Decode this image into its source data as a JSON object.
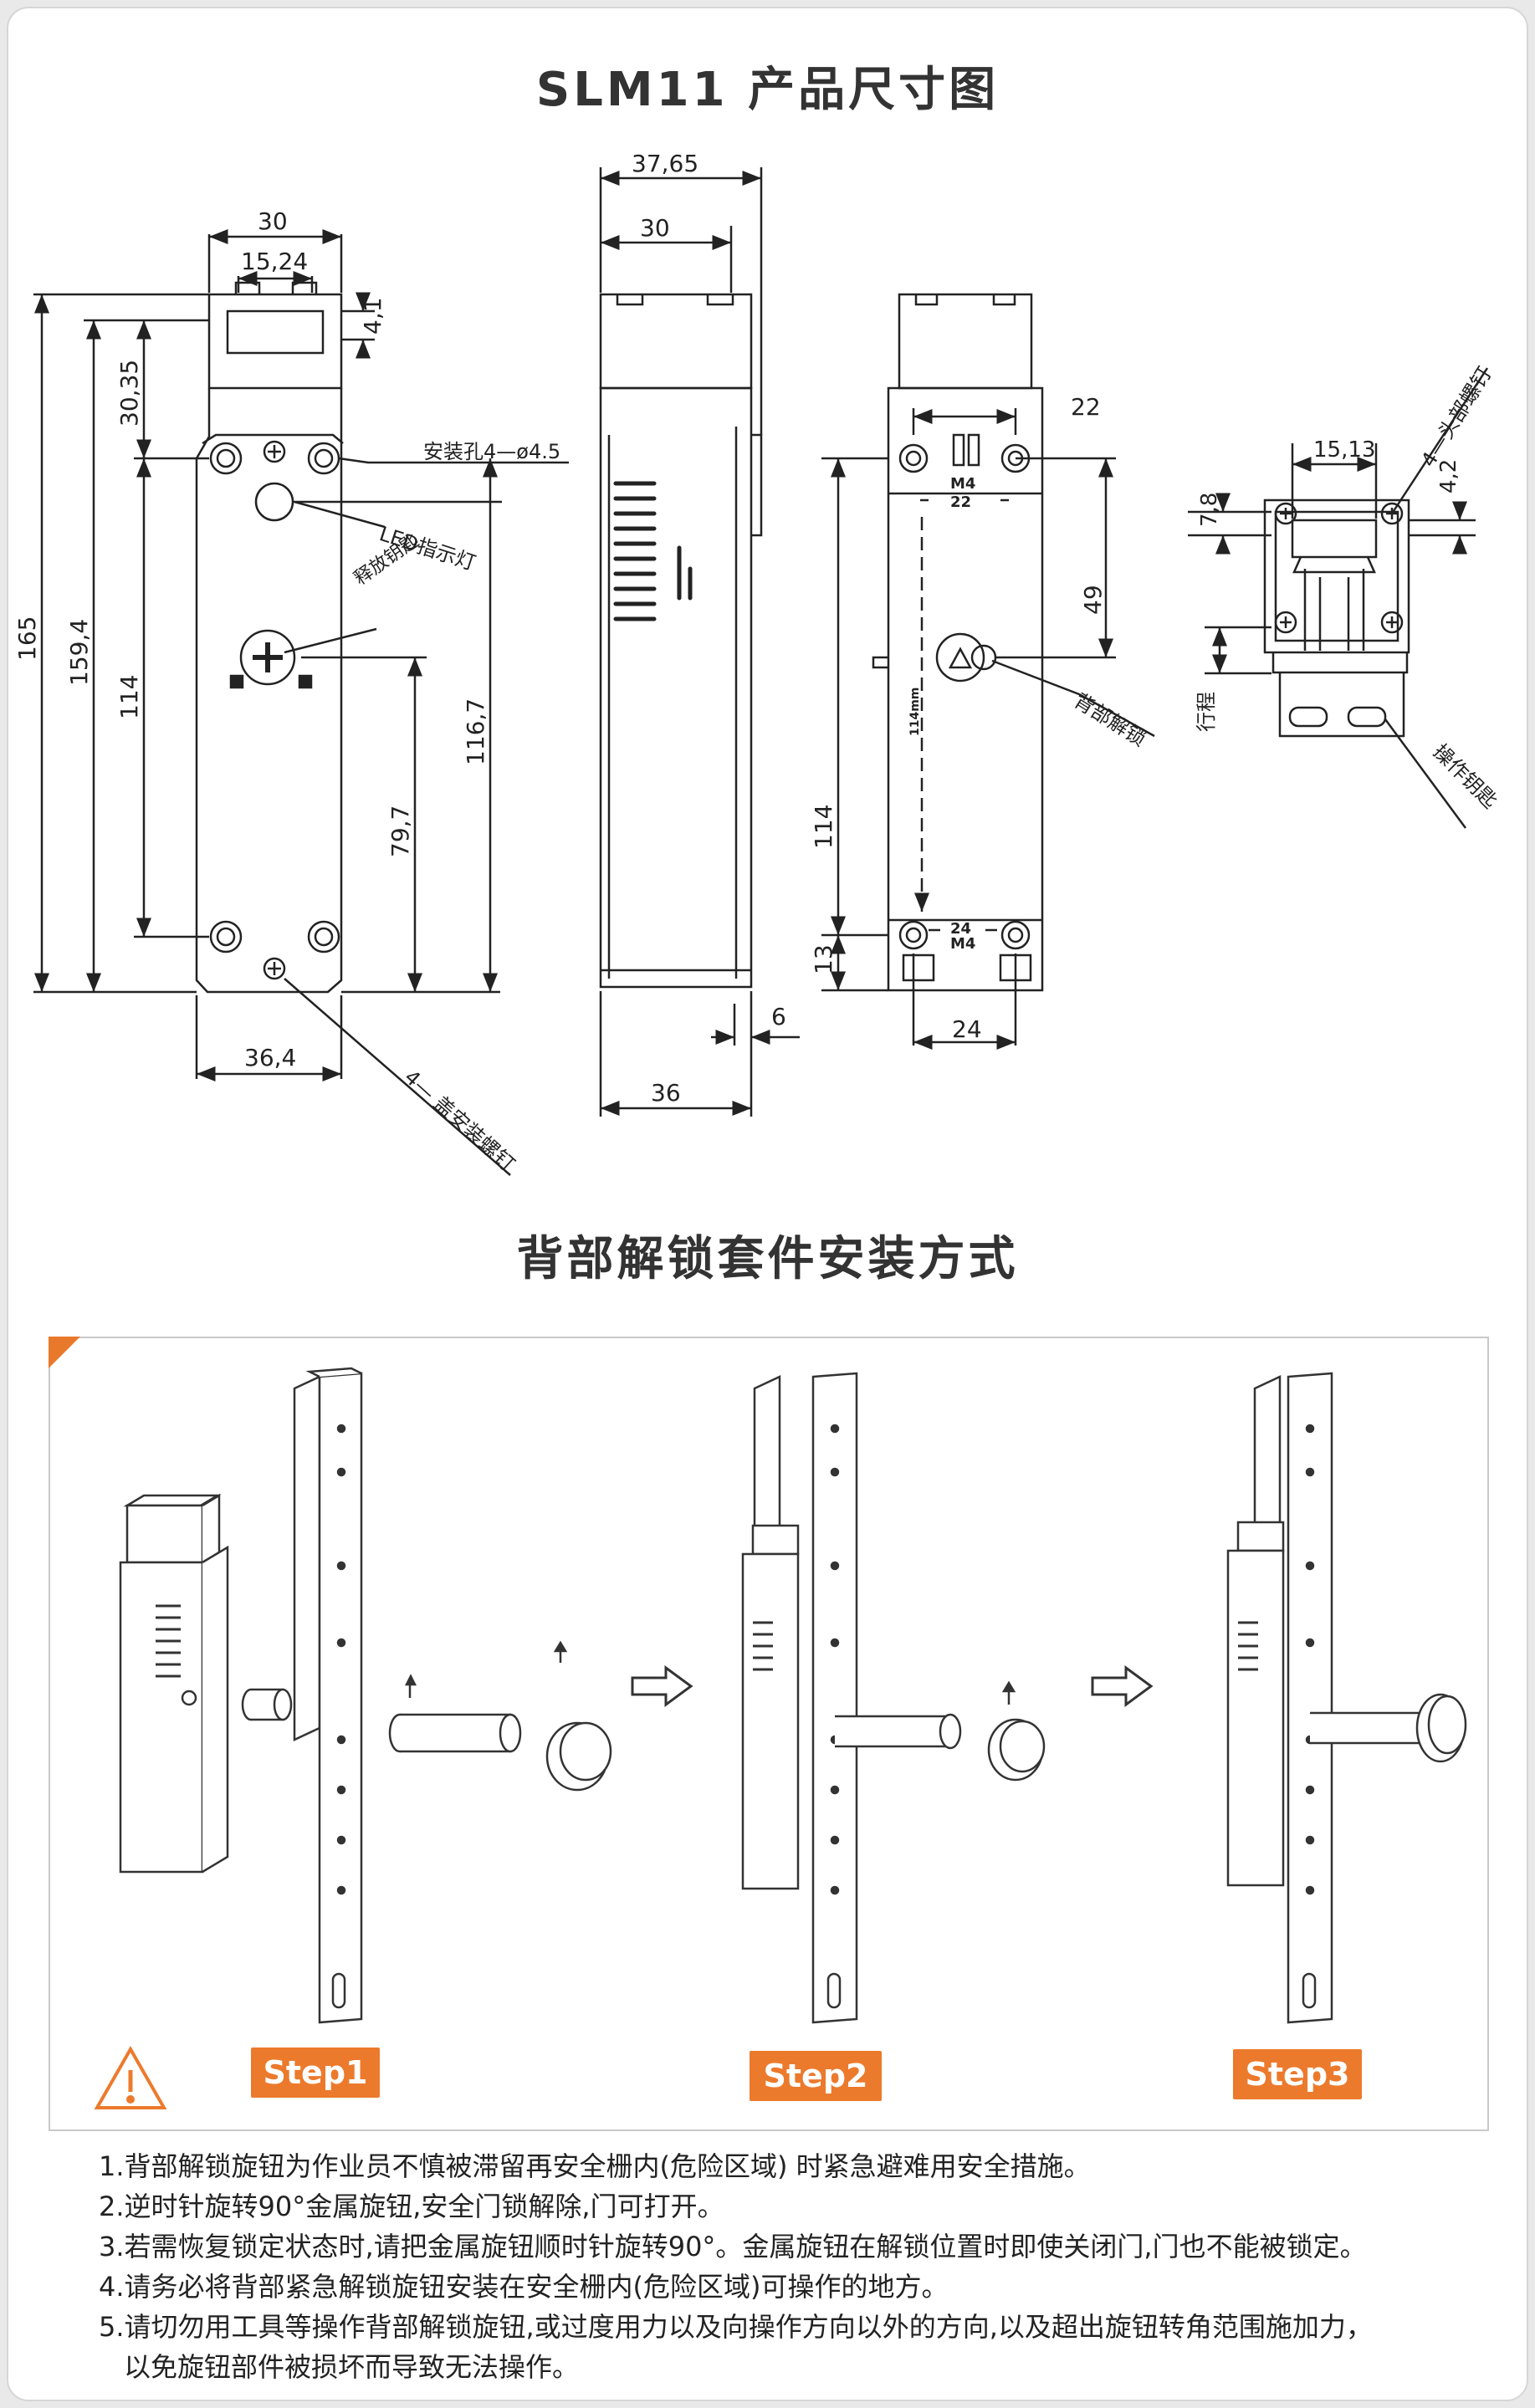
{
  "title_dims": "SLM11  产品尺寸图",
  "title_install": "背部解锁套件安装方式",
  "front_view": {
    "dim_top_width": "30",
    "dim_slot": "15,24",
    "dim_slot_h": "4,1",
    "dim_total_h": "165",
    "dim_body_h": "159,4",
    "dim_hole_v": "114",
    "dim_top_offset": "30,35",
    "dim_key_to_bottom": "79,7",
    "dim_led_to_bottom": "116,7",
    "dim_bottom_width": "36,4",
    "label_mount_holes": "安装孔4—ø4.5",
    "label_led": "LED指示灯",
    "label_release_key": "释放钥匙",
    "label_cover_screws": "4— 盖安装螺钉"
  },
  "side_view": {
    "dim_total_w": "37,65",
    "dim_w": "30",
    "dim_depth": "36",
    "dim_small": "6"
  },
  "back_view": {
    "dim_top_holes": "22",
    "dim_top_m4_a": "M4",
    "dim_top_m4_b": "22",
    "dim_49": "49",
    "dim_114": "114",
    "dim_13": "13",
    "dim_bottom_holes": "24",
    "dim_bottom_m4_a": "24",
    "dim_bottom_m4_b": "M4",
    "label_back_unlock": "背部解锁",
    "label_114mm": "114mm"
  },
  "head_view": {
    "dim_15_13": "15,13",
    "dim_4_2": "4,2",
    "dim_7_8": "7,8",
    "label_head_screws": "4—头部螺钉",
    "label_travel": "行程",
    "label_op_key": "操作钥匙"
  },
  "steps": [
    "Step1",
    "Step2",
    "Step3"
  ],
  "warning_icon": "warning-triangle-icon",
  "accent_color": "#ec7a2c",
  "notes": [
    "1.背部解锁旋钮为作业员不慎被滞留再安全栅内(危险区域) 时紧急避难用安全措施。",
    "2.逆时针旋转90°金属旋钮,安全门锁解除,门可打开。",
    "3.若需恢复锁定状态时,请把金属旋钮顺时针旋转90°。金属旋钮在解锁位置时即使关闭门,门也不能被锁定。",
    "4.请务必将背部紧急解锁旋钮安装在安全栅内(危险区域)可操作的地方。",
    "5.请切勿用工具等操作背部解锁旋钮,或过度用力以及向操作方向以外的方向,以及超出旋钮转角范围施加力，",
    "以免旋钮部件被损坏而导致无法操作。"
  ]
}
